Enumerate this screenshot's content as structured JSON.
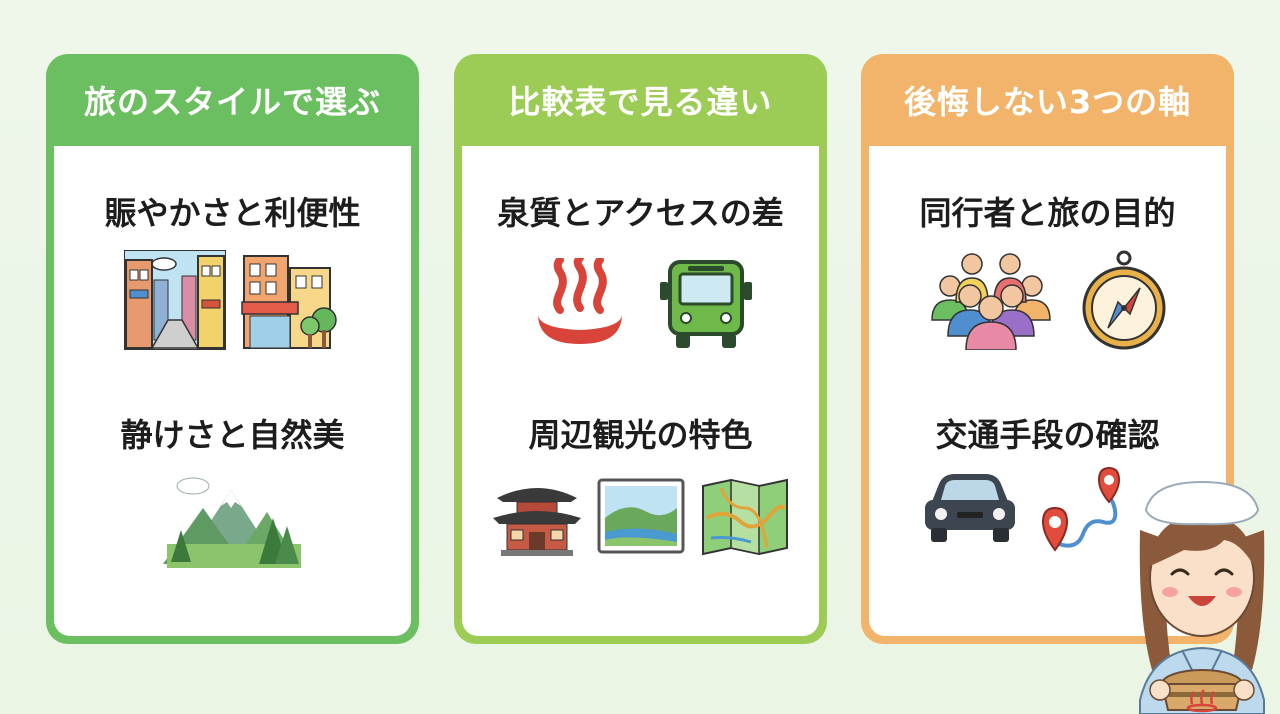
{
  "cards": [
    {
      "header": "旅のスタイルで選ぶ",
      "sections": [
        {
          "title": "賑やかさと利便性",
          "icons": [
            "city-street-icon",
            "shops-building-icon"
          ]
        },
        {
          "title": "静けさと自然美",
          "icons": [
            "mountain-forest-icon"
          ]
        }
      ]
    },
    {
      "header": "比較表で見る違い",
      "sections": [
        {
          "title": "泉質とアクセスの差",
          "icons": [
            "hot-spring-icon",
            "bus-icon"
          ]
        },
        {
          "title": "周辺観光の特色",
          "icons": [
            "temple-icon",
            "landscape-photo-icon",
            "map-icon"
          ]
        }
      ]
    },
    {
      "header": "後悔しない3つの軸",
      "sections": [
        {
          "title": "同行者と旅の目的",
          "icons": [
            "group-people-icon",
            "compass-icon"
          ]
        },
        {
          "title": "交通手段の確認",
          "icons": [
            "car-icon",
            "route-pin-icon"
          ]
        }
      ]
    }
  ],
  "colors": {
    "card1": "#6cbf60",
    "card2": "#9ccb56",
    "card3": "#f2b46a"
  }
}
